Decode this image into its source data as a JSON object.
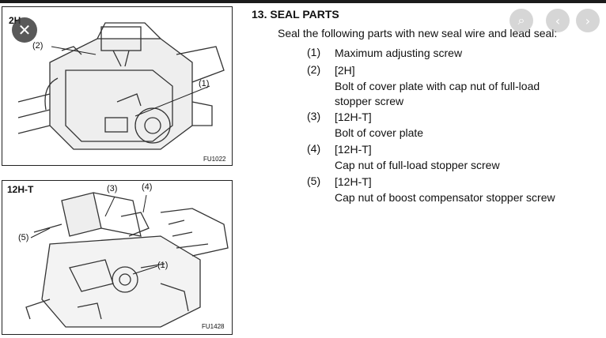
{
  "figures": [
    {
      "label": "2H",
      "code": "FU1022",
      "callouts": [
        "(2)",
        "(1)"
      ]
    },
    {
      "label": "12H-T",
      "code": "FU1428",
      "callouts": [
        "(3)",
        "(4)",
        "(5)",
        "(1)"
      ]
    }
  ],
  "section": {
    "heading": "13.  SEAL PARTS",
    "intro": "Seal the following parts with new seal wire and lead seal:",
    "items": [
      {
        "num": "(1)",
        "lines": [
          "Maximum adjusting screw"
        ]
      },
      {
        "num": "(2)",
        "lines": [
          "[2H]",
          "Bolt of cover plate with cap nut of full-load",
          "stopper screw"
        ]
      },
      {
        "num": "(3)",
        "lines": [
          "[12H-T]",
          "Bolt of cover plate"
        ]
      },
      {
        "num": "(4)",
        "lines": [
          "[12H-T]",
          "Cap nut of full-load stopper screw"
        ]
      },
      {
        "num": "(5)",
        "lines": [
          "[12H-T]",
          "Cap nut of boost compensator stopper screw"
        ]
      }
    ]
  },
  "overlay": {
    "close_glyph": "✕",
    "search_glyph": "⌕",
    "prev_glyph": "‹",
    "next_glyph": "›"
  }
}
